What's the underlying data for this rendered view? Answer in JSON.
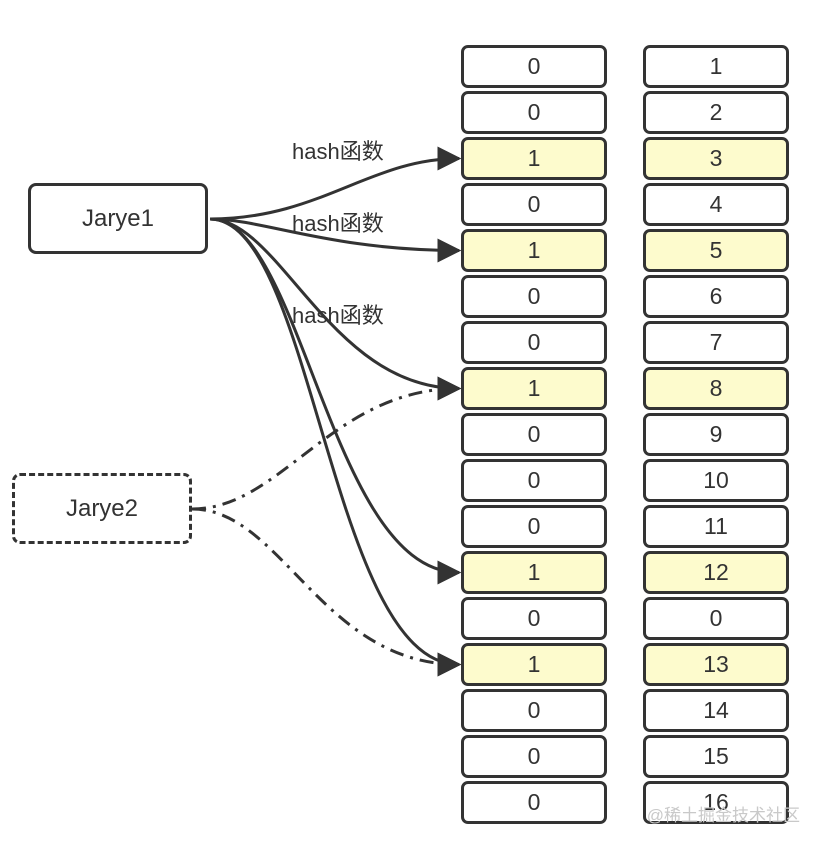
{
  "nodes": {
    "source1": "Jarye1",
    "source2": "Jarye2"
  },
  "edge_labels": [
    "hash函数",
    "hash函数",
    "hash函数"
  ],
  "bit_array": [
    "0",
    "0",
    "1",
    "0",
    "1",
    "0",
    "0",
    "1",
    "0",
    "0",
    "0",
    "1",
    "0",
    "1",
    "0",
    "0",
    "0"
  ],
  "index_column": [
    "1",
    "2",
    "3",
    "4",
    "5",
    "6",
    "7",
    "8",
    "9",
    "10",
    "11",
    "12",
    "0",
    "13",
    "14",
    "15",
    "16"
  ],
  "highlighted_rows": [
    2,
    4,
    7,
    11,
    13
  ],
  "source1_targets": [
    2,
    4,
    7,
    11,
    13
  ],
  "source2_targets": [
    7,
    13
  ],
  "colors": {
    "stroke": "#333333",
    "highlight": "#fdfbcd",
    "watermark": "#c9c9c9"
  },
  "watermark": "@稀土掘金技术社区"
}
